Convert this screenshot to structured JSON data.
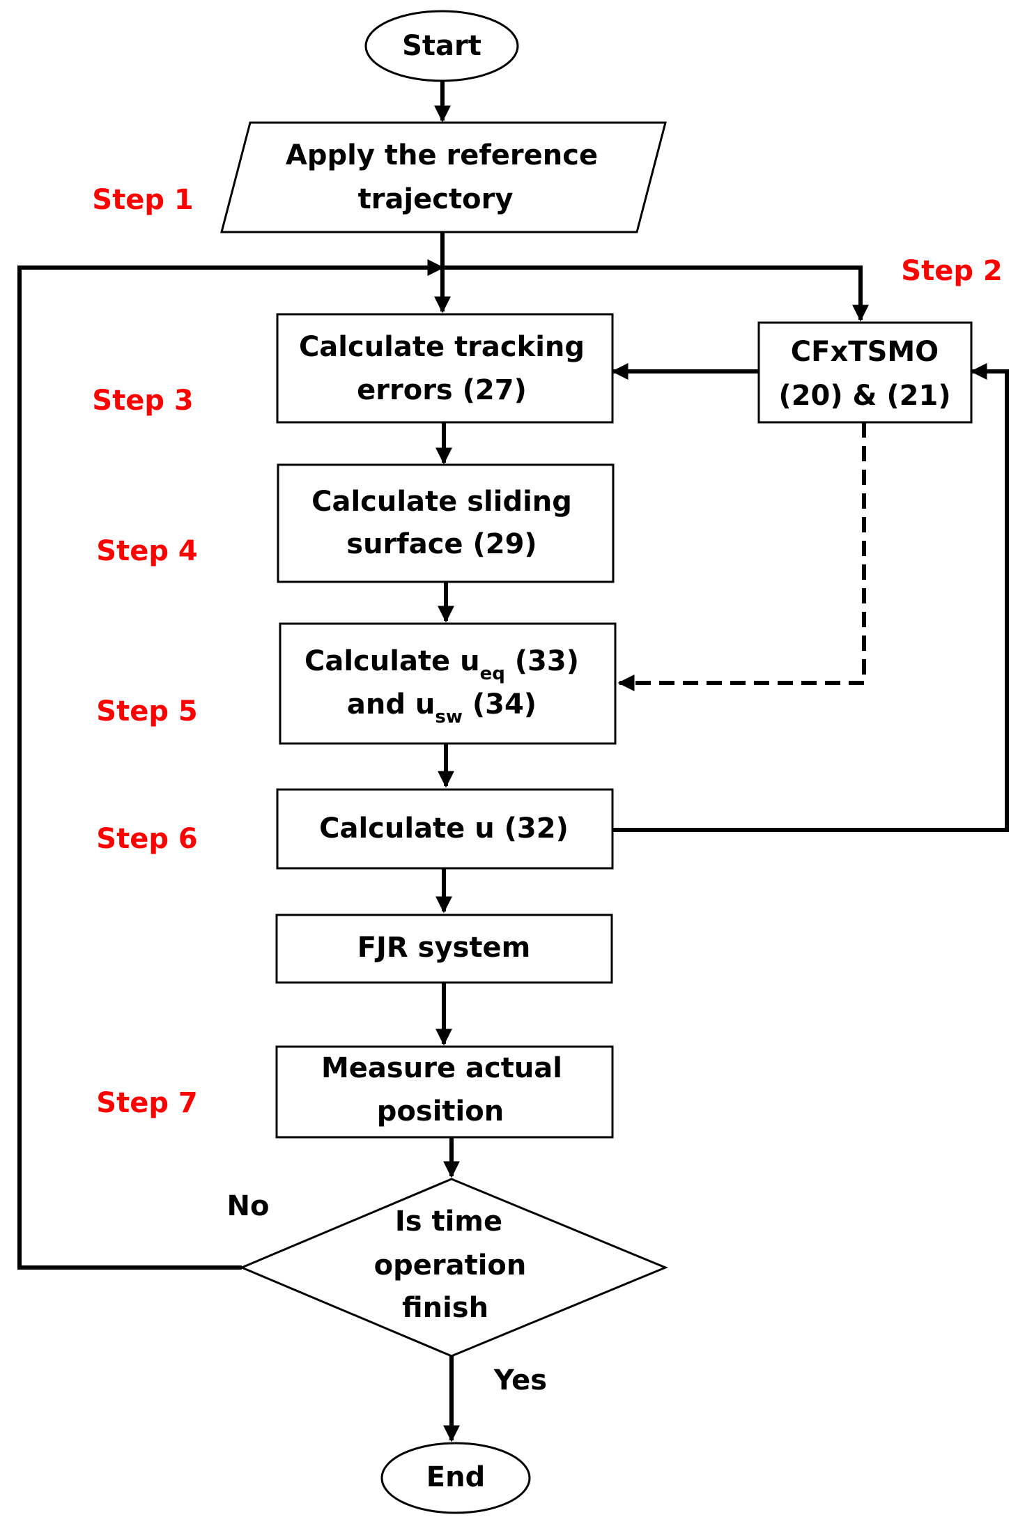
{
  "nodes": {
    "start": "Start",
    "apply_line1": "Apply the reference",
    "apply_line2": "trajectory",
    "track_line1": "Calculate tracking",
    "track_line2": "errors (27)",
    "observer_line1": "CFxTSMO",
    "observer_line2": "(20) & (21)",
    "sliding_line1": "Calculate sliding",
    "sliding_line2": "surface (29)",
    "ueq_prefix": "Calculate u",
    "ueq_sub": "eq",
    "ueq_suffix": " (33)",
    "usw_prefix": "and u",
    "usw_sub": "sw",
    "usw_suffix": " (34)",
    "calc_u": "Calculate u (32)",
    "fjr": "FJR system",
    "measure_line1": "Measure actual",
    "measure_line2": "position",
    "decision_line1": "Is time",
    "decision_line2": "operation",
    "decision_line3": "finish",
    "end": "End"
  },
  "steps": {
    "step1": "Step 1",
    "step2": "Step 2",
    "step3": "Step 3",
    "step4": "Step 4",
    "step5": "Step 5",
    "step6": "Step 6",
    "step7": "Step 7"
  },
  "branches": {
    "no": "No",
    "yes": "Yes"
  },
  "colors": {
    "step_label": "#ff0000",
    "line": "#000000"
  }
}
